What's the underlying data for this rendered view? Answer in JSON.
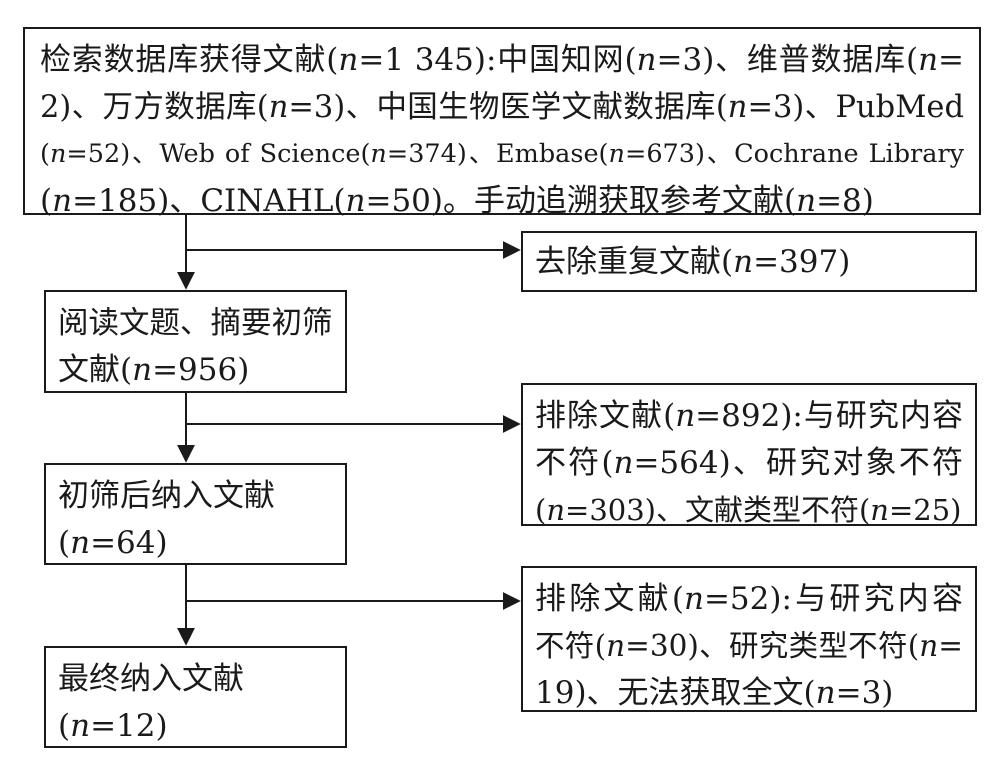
{
  "flowchart": {
    "search": {
      "lines": [
        "检索数据库获得文献(n=1 345):中国知网(n=3)、维普数据库(n=",
        "2)、万方数据库(n=3)、中国生物医学文献数据库(n=3)、PubMed",
        "(n=52)、Web of Science(n=374)、Embase(n=673)、Cochrane Library",
        "(n=185)、CINAHL(n=50)。手动追溯获取参考文献(n=8)"
      ]
    },
    "duplicates_removed": {
      "lines": [
        "去除重复文献(n=397)"
      ]
    },
    "screened": {
      "lines": [
        "阅读文题、摘要初筛",
        "文献(n=956)"
      ]
    },
    "excluded_title_abstract": {
      "lines": [
        "排除文献(n=892):与研究内容",
        "不符(n=564)、研究对象不符",
        "(n=303)、文献类型不符(n=25)"
      ]
    },
    "included_after_screening": {
      "lines": [
        "初筛后纳入文献",
        "(n=64)"
      ]
    },
    "excluded_full_text": {
      "lines": [
        "排除文献(n=52):与研究内容",
        "不符(n=30)、研究类型不符(n=",
        "19)、无法获取全文(n=3)"
      ]
    },
    "final_included": {
      "lines": [
        "最终纳入文献",
        "(n=12)"
      ]
    }
  }
}
